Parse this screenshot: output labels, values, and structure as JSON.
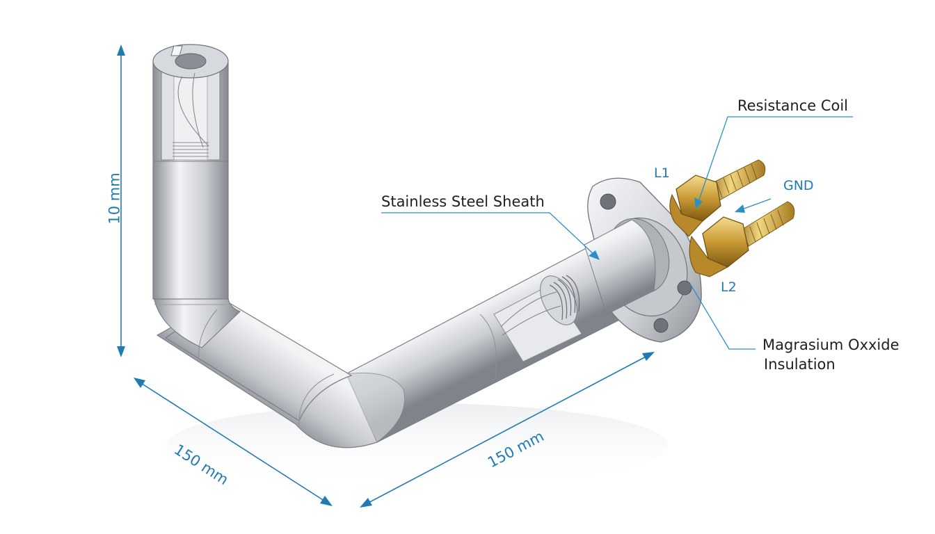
{
  "colors": {
    "dimension": "#1f7bb0",
    "leader": "#2b8fc9",
    "callout_text": "#1f1f1f",
    "steel_light": "#f2f3f5",
    "steel_mid": "#c9ccd1",
    "steel_dark": "#8a8e94",
    "brass_light": "#f4dc8e",
    "brass_mid": "#c99a34",
    "brass_dark": "#7d5a12",
    "background": "#ffffff"
  },
  "labels": {
    "resistance_coil": "Resistance Coil",
    "stainless_sheath": "Stainless Steel Sheath",
    "magnesium_line1": "Magrasium Oxxide",
    "magnesium_line2": "Insulation",
    "terminal_l1": "L1",
    "terminal_l2": "L2",
    "terminal_gnd": "GND"
  },
  "dimensions": {
    "vertical": "10 mm",
    "left_diagonal": "150 mm",
    "right_diagonal": "150 mm"
  },
  "icons": [
    "arrowhead-icon",
    "bolt-hole-icon",
    "hex-nut-icon"
  ]
}
